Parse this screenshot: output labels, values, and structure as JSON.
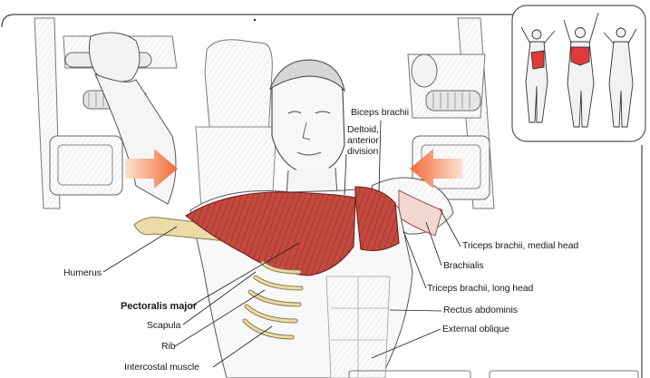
{
  "labels": {
    "biceps_brachii": "Biceps brachii",
    "deltoid_line1": "Deltoid,",
    "deltoid_line2": "anterior",
    "deltoid_line3": "division",
    "triceps_medial": "Triceps brachii, medial head",
    "brachialis": "Brachialis",
    "triceps_long": "Triceps brachii, long head",
    "rectus_abdominis": "Rectus abdominis",
    "external_oblique": "External oblique",
    "humerus": "Humerus",
    "pectoralis_major": "Pectoralis major",
    "scapula": "Scapula",
    "rib": "Rib",
    "intercostal_muscle": "Intercostal muscle"
  },
  "colors": {
    "muscle_red": "#c0453f",
    "muscle_highlight": "#e03a3a",
    "bone": "#e8d9a6",
    "arrow": "#f07a45",
    "outline": "#555555"
  },
  "icons": {
    "push_arrow_left": "arrow-right-icon",
    "push_arrow_right": "arrow-left-icon",
    "inset": "muscle-figures-icon"
  }
}
